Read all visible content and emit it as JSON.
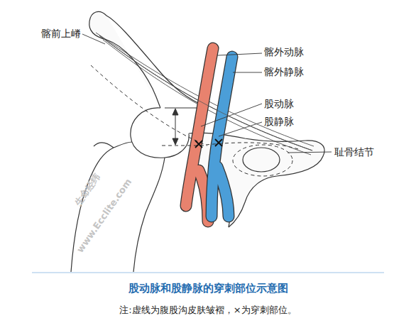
{
  "diagram": {
    "title": "股动脉和股静脉的穿刺部位示意图",
    "caption": "注:虚线为腹股沟皮肤皱褶，×为穿刺部位。",
    "labels": [
      "髂前上嵴",
      "髂外动脉",
      "髂外静脉",
      "股动脉",
      "股静脉",
      "耻骨结节",
      "生命经纬",
      "www.Ecclite.com"
    ]
  }
}
